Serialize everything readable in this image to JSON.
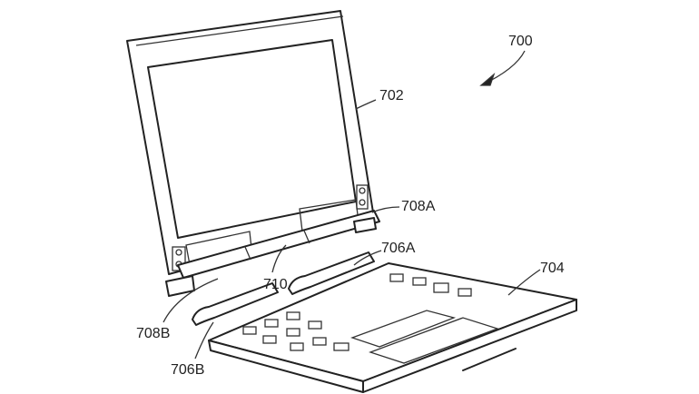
{
  "labels": {
    "figure": "700",
    "display": "702",
    "base": "704",
    "hinge_a": "708A",
    "hinge_b": "708B",
    "receiver_a": "706A",
    "receiver_b": "706B",
    "hinge_bar": "710"
  }
}
